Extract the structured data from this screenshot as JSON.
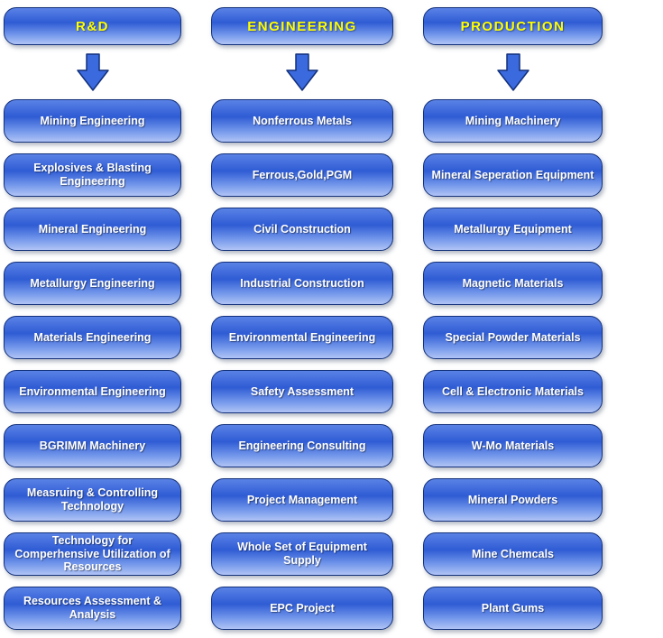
{
  "columns": [
    {
      "header": "R&D",
      "items": [
        "Mining Engineering",
        "Explosives & Blasting Engineering",
        "Mineral Engineering",
        "Metallurgy Engineering",
        "Materials Engineering",
        "Environmental Engineering",
        "BGRIMM Machinery",
        "Measruing & Controlling Technology",
        "Technology for Comperhensive Utilization of Resources",
        "Resources Assessment & Analysis"
      ]
    },
    {
      "header": "ENGINEERING",
      "items": [
        "Nonferrous Metals",
        "Ferrous,Gold,PGM",
        "Civil Construction",
        "Industrial Construction",
        "Environmental Engineering",
        "Safety Assessment",
        "Engineering Consulting",
        "Project Management",
        "Whole Set of Equipment Supply",
        "EPC Project"
      ]
    },
    {
      "header": "PRODUCTION",
      "items": [
        "Mining Machinery",
        "Mineral Seperation Equipment",
        "Metallurgy Equipment",
        "Magnetic Materials",
        "Special Powder Materials",
        "Cell & Electronic Materials",
        "W-Mo Materials",
        "Mineral Powders",
        "Mine Chemcals",
        "Plant Gums"
      ]
    }
  ],
  "colors": {
    "header_text": "#ffff00",
    "item_text": "#ffffff",
    "box_outline": "#12307a",
    "box_blue": "#2f5cd4",
    "box_light": "#b0c4f5",
    "arrow_fill": "#3b6adf"
  }
}
